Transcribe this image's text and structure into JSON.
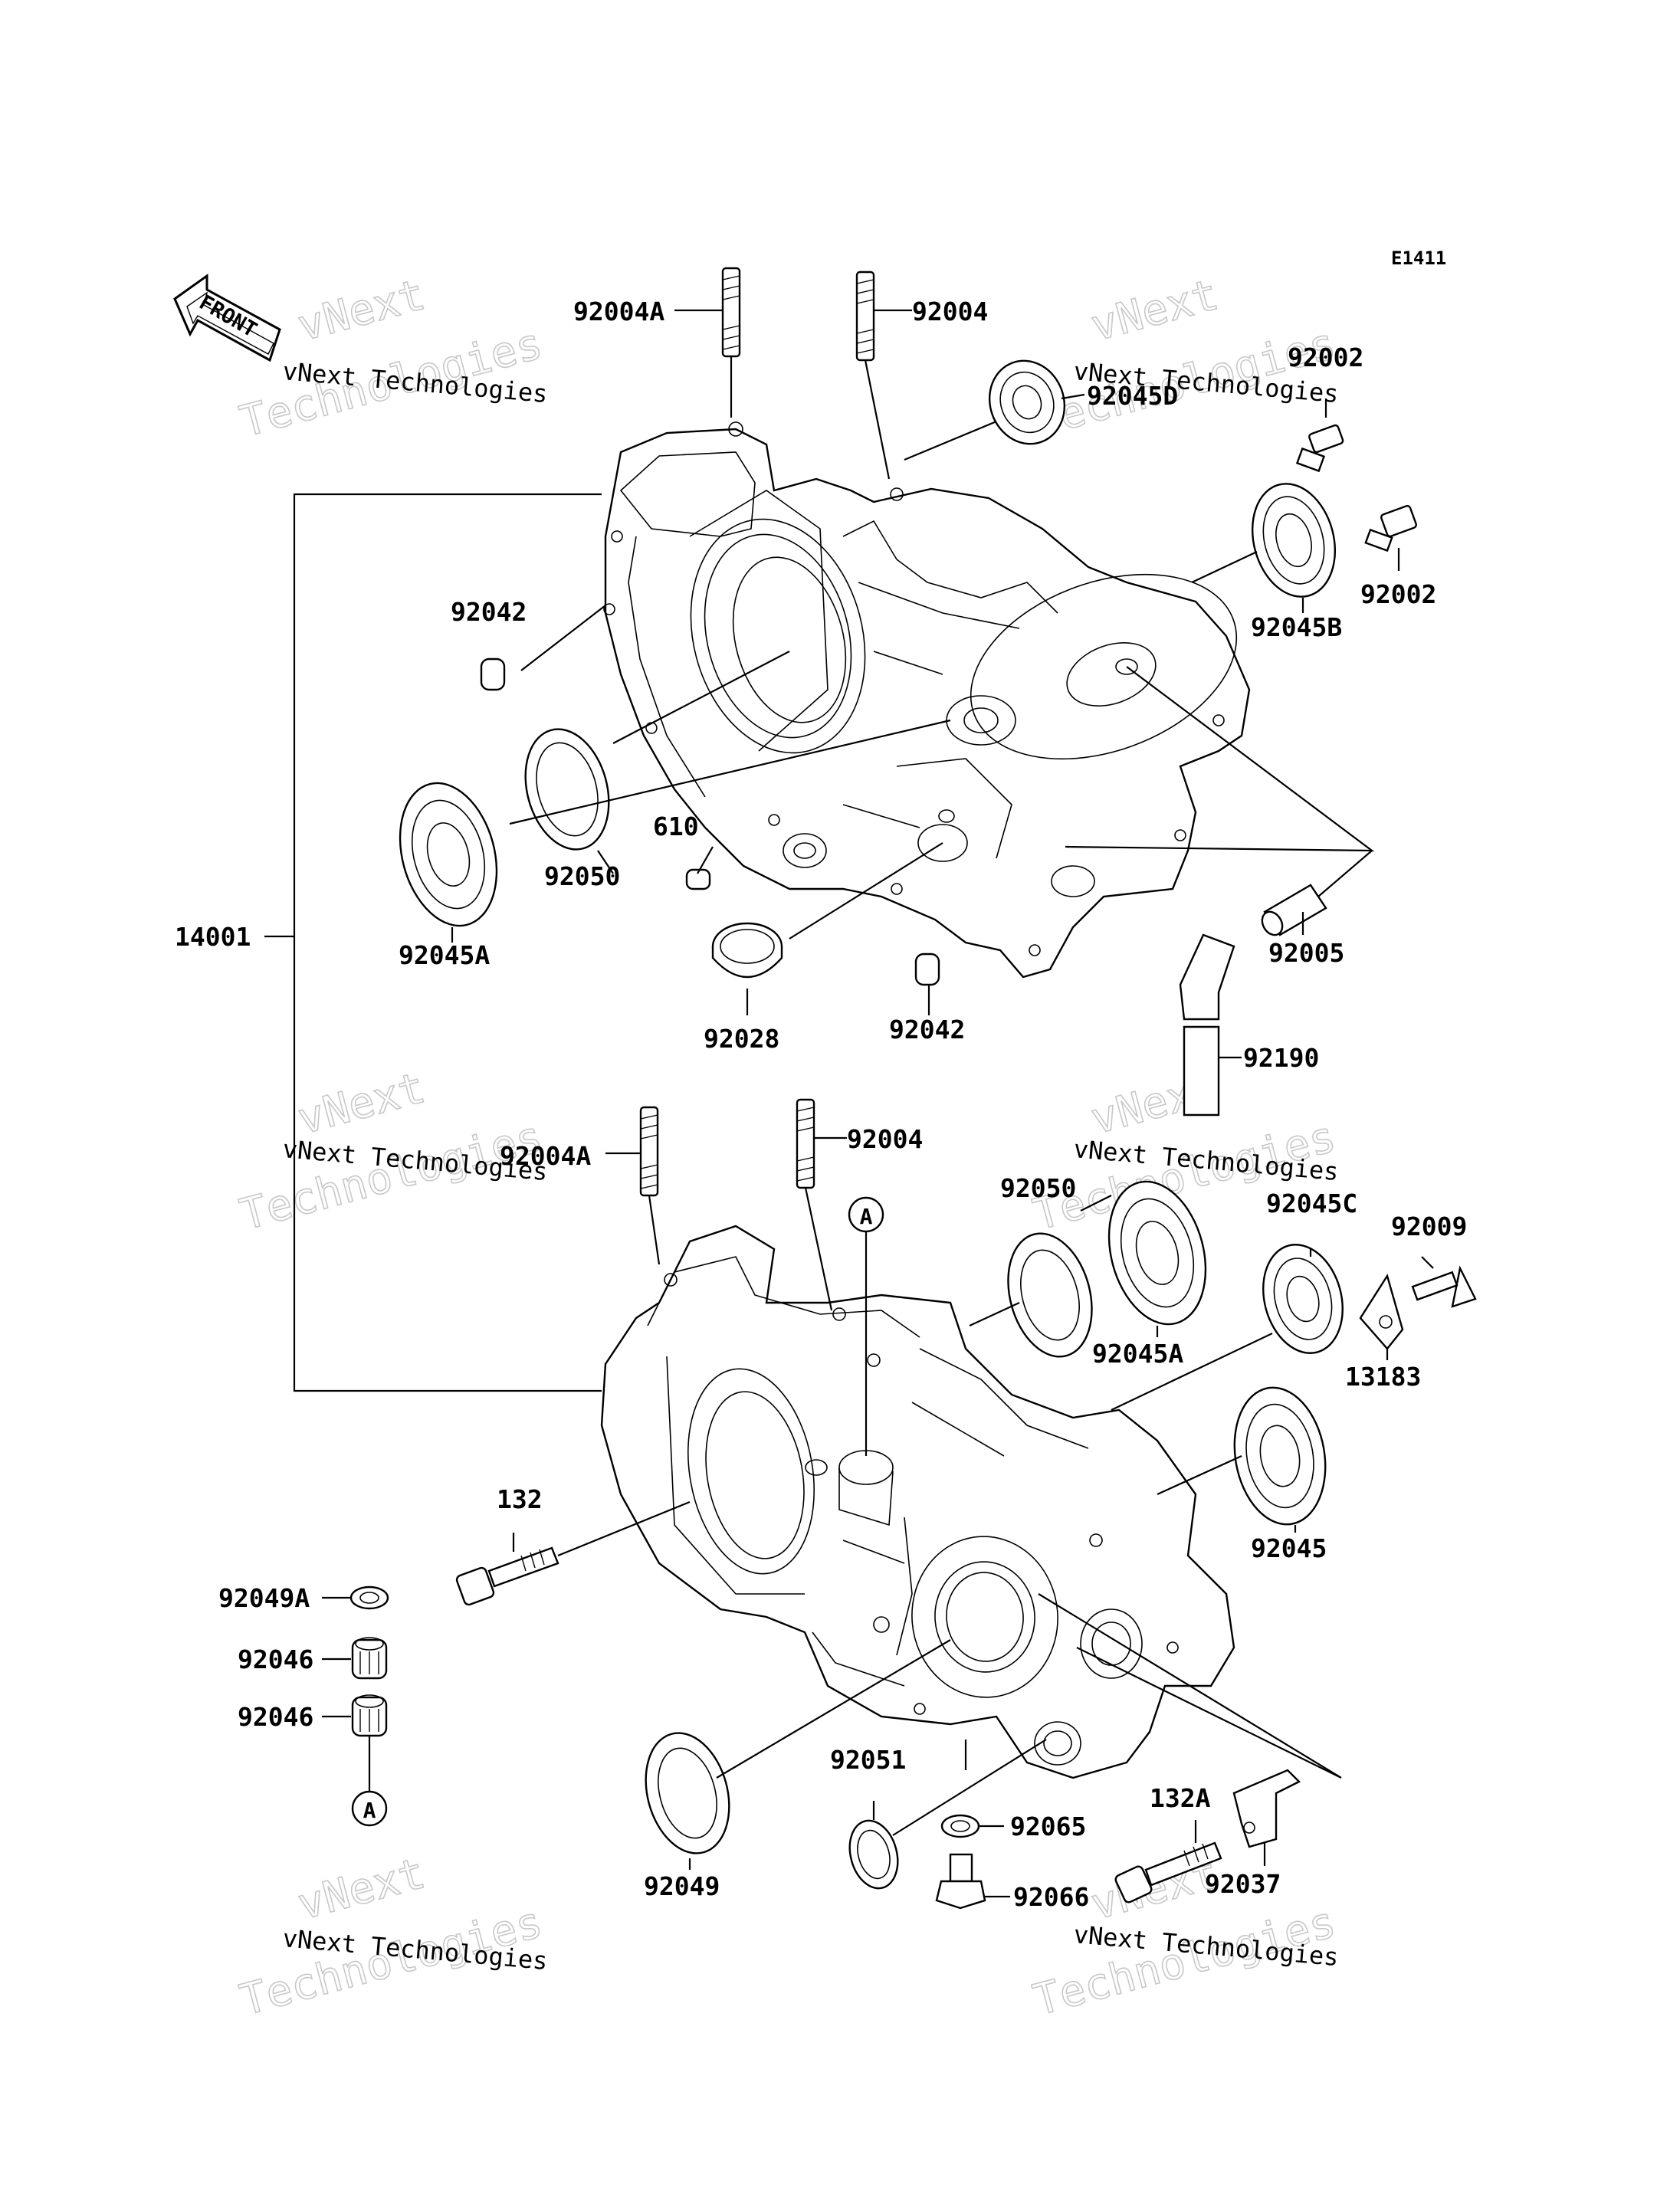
{
  "diagram_code": "E1411",
  "front_label": "FRONT",
  "circle_marker": "A",
  "watermark": {
    "line1": "vNext Technologies",
    "line2": "Technologies",
    "line3": "vNext"
  },
  "labels": {
    "p_92004A_top": "92004A",
    "p_92004_top": "92004",
    "p_92045D": "92045D",
    "p_92002_a": "92002",
    "p_92002_b": "92002",
    "p_92045B": "92045B",
    "p_92042_a": "92042",
    "p_92050_top": "92050",
    "p_610": "610",
    "p_92045A_top": "92045A",
    "p_14001": "14001",
    "p_92028": "92028",
    "p_92042_b": "92042",
    "p_92005": "92005",
    "p_92190": "92190",
    "p_92004A_bot": "92004A",
    "p_92004_bot": "92004",
    "p_92050_bot": "92050",
    "p_92045C": "92045C",
    "p_92009": "92009",
    "p_92045A_bot": "92045A",
    "p_13183": "13183",
    "p_132": "132",
    "p_92045": "92045",
    "p_92049A": "92049A",
    "p_92046_a": "92046",
    "p_92046_b": "92046",
    "p_92051": "92051",
    "p_92065": "92065",
    "p_132A": "132A",
    "p_92049": "92049",
    "p_92066": "92066",
    "p_92037": "92037"
  }
}
